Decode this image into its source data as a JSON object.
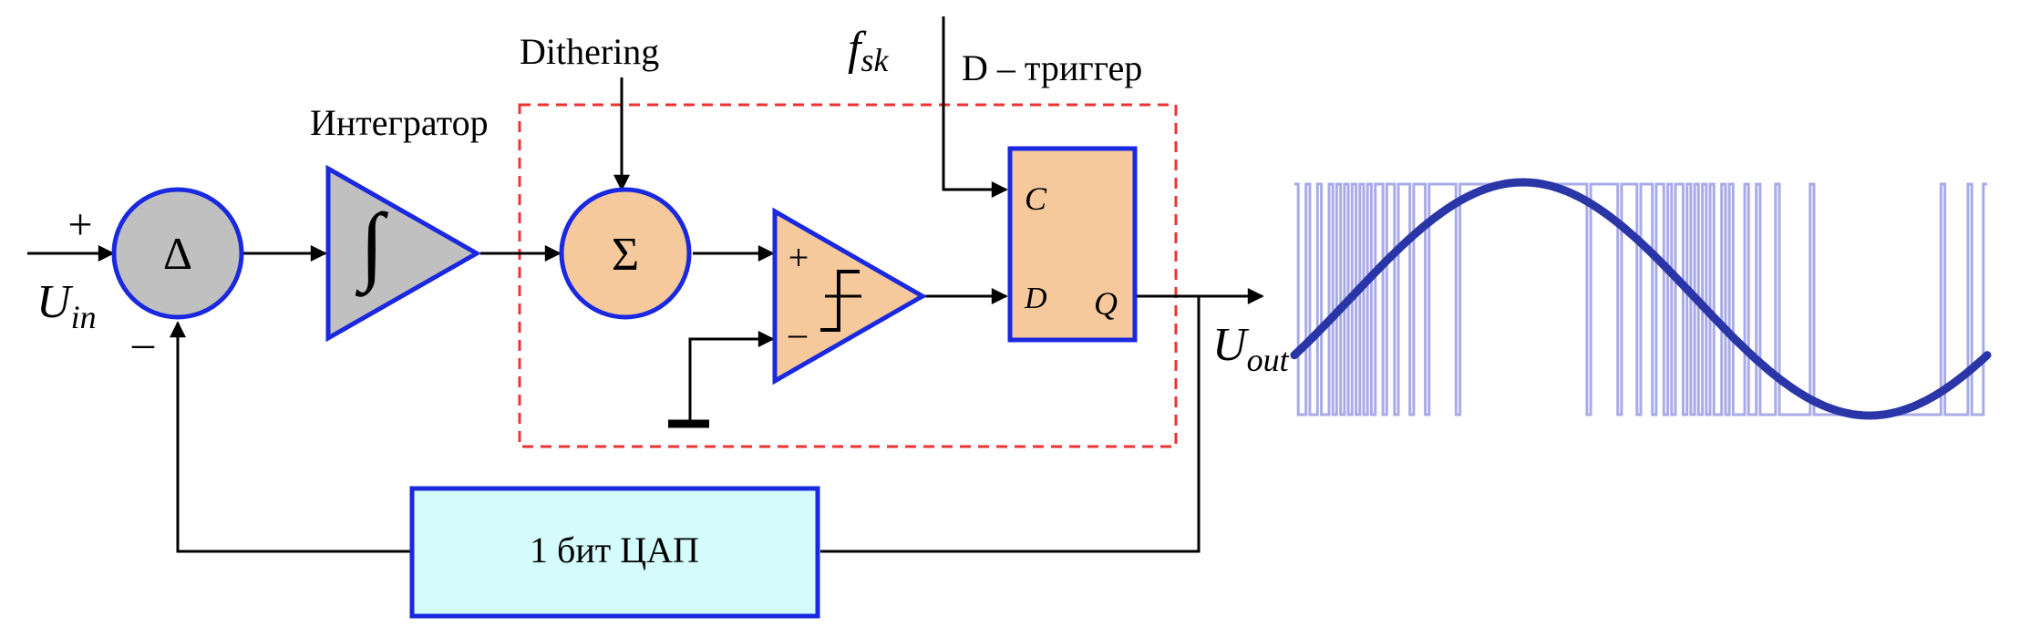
{
  "labels": {
    "dithering": "Dithering",
    "integrator": "Интегратор",
    "d_trigger": "D – триггер",
    "dac": "1 бит ЦАП",
    "fsk_main": "f",
    "fsk_sub": "sk",
    "uin_main": "U",
    "uin_sub": "in",
    "uout_main": "U",
    "uout_sub": "out",
    "plus": "+",
    "minus": "–",
    "delta": "Δ",
    "sigma": "Σ",
    "integral": "∫",
    "comp_plus": "+",
    "comp_minus": "–",
    "ff_c": "C",
    "ff_d": "D",
    "ff_q": "Q"
  },
  "colors": {
    "block_border": "#1a28e0",
    "delta_fill": "#c0c0c0",
    "integrator_fill": "#c0c0c0",
    "orange_fill": "#f5c99c",
    "dac_fill": "#d4fcfc",
    "dashed_border": "#ee3333",
    "waveform_bits": "#a8abe8",
    "sine_wave": "#2a36a8"
  },
  "icons": {
    "comparator_symbol": "step-icon",
    "ground_symbol": "ground-icon"
  }
}
